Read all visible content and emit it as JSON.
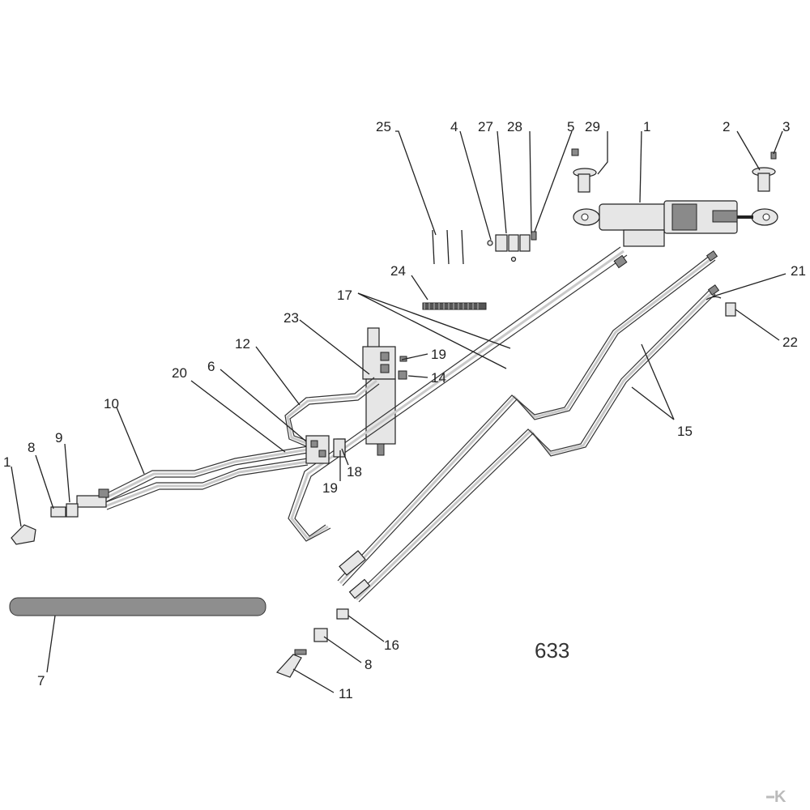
{
  "diagram_number": "633",
  "logo_mark": "K",
  "callouts": [
    {
      "label": "25"
    },
    {
      "label": "4"
    },
    {
      "label": "27"
    },
    {
      "label": "28"
    },
    {
      "label": "5"
    },
    {
      "label": "29"
    },
    {
      "label": "1"
    },
    {
      "label": "2"
    },
    {
      "label": "3"
    },
    {
      "label": "24"
    },
    {
      "label": "17"
    },
    {
      "label": "23"
    },
    {
      "label": "19"
    },
    {
      "label": "14"
    },
    {
      "label": "21"
    },
    {
      "label": "22"
    },
    {
      "label": "12"
    },
    {
      "label": "6"
    },
    {
      "label": "20"
    },
    {
      "label": "10"
    },
    {
      "label": "9"
    },
    {
      "label": "8"
    },
    {
      "label": "1"
    },
    {
      "label": "15"
    },
    {
      "label": "18"
    },
    {
      "label": "19"
    },
    {
      "label": "16"
    },
    {
      "label": "8"
    },
    {
      "label": "11"
    },
    {
      "label": "7"
    }
  ]
}
